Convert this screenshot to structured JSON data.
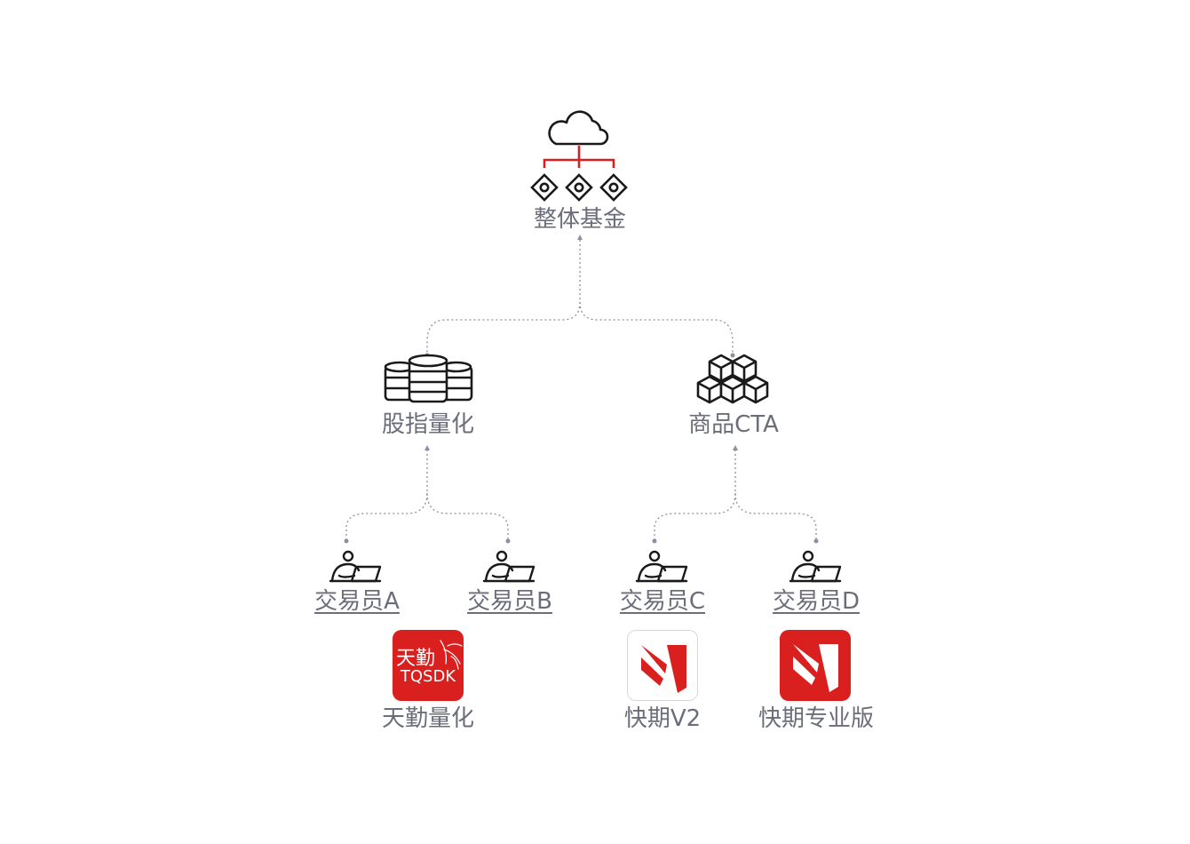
{
  "colors": {
    "accent": "#d9201e",
    "icon": "#1a1a1a",
    "connector": "#8d8ea0",
    "label": "#6b6e7a"
  },
  "root": {
    "label": "整体基金",
    "icon": "cloud-network-icon"
  },
  "categories": [
    {
      "label": "股指量化",
      "icon": "coin-stack-icon"
    },
    {
      "label": "商品CTA",
      "icon": "cube-stack-icon"
    }
  ],
  "traders": [
    {
      "label": "交易员A",
      "icon": "trader-laptop-icon"
    },
    {
      "label": "交易员B",
      "icon": "trader-laptop-icon"
    },
    {
      "label": "交易员C",
      "icon": "trader-laptop-icon"
    },
    {
      "label": "交易员D",
      "icon": "trader-laptop-icon"
    }
  ],
  "apps": [
    {
      "label": "天勤量化",
      "tile_line1": "天勤",
      "tile_line2": "TQSDK",
      "icon": "tqsdk-logo"
    },
    {
      "label": "快期V2",
      "icon": "kuaiqi-logo"
    },
    {
      "label": "快期专业版",
      "icon": "kuaiqi-pro-logo"
    }
  ]
}
